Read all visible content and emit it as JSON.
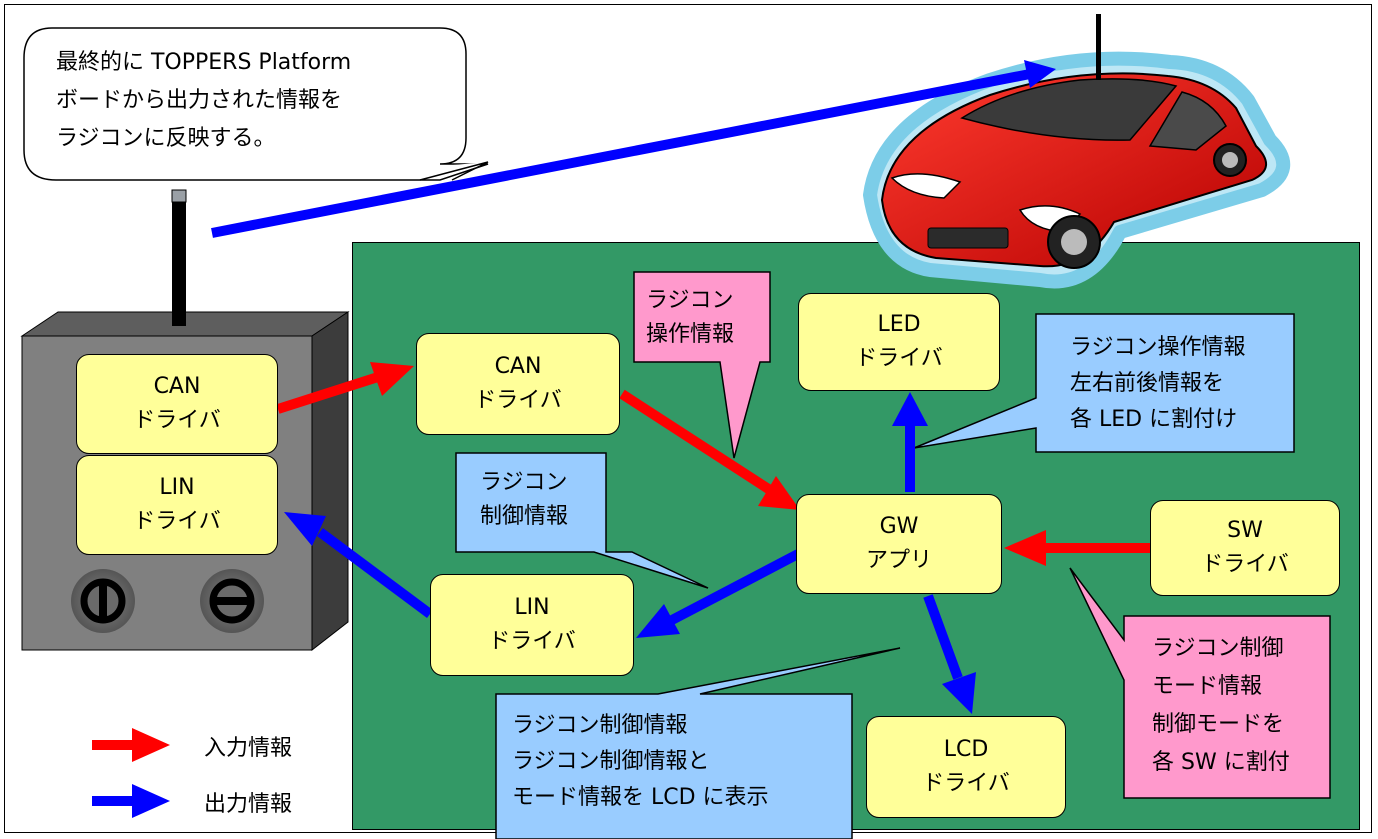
{
  "speech_bubble": {
    "lines": [
      "最終的に TOPPERS Platform",
      "ボードから出力された情報を",
      "ラジコンに反映する。"
    ]
  },
  "controller": {
    "can_driver": {
      "line1": "CAN",
      "line2": "ドライバ"
    },
    "lin_driver": {
      "line1": "LIN",
      "line2": "ドライバ"
    }
  },
  "board": {
    "can_driver": {
      "line1": "CAN",
      "line2": "ドライバ"
    },
    "led_driver": {
      "line1": "LED",
      "line2": "ドライバ"
    },
    "gw_app": {
      "line1": "GW",
      "line2": "アプリ"
    },
    "sw_driver": {
      "line1": "SW",
      "line2": "ドライバ"
    },
    "lin_driver": {
      "line1": "LIN",
      "line2": "ドライバ"
    },
    "lcd_driver": {
      "line1": "LCD",
      "line2": "ドライバ"
    }
  },
  "callouts": {
    "radio_op": {
      "lines": [
        "ラジコン",
        "操作情報"
      ]
    },
    "led_assign": {
      "lines": [
        "ラジコン操作情報",
        "左右前後情報を",
        "各 LED に割付け"
      ]
    },
    "radio_ctrl": {
      "lines": [
        "ラジコン",
        "制御情報"
      ]
    },
    "sw_assign": {
      "lines": [
        "ラジコン制御",
        "モード情報",
        "制御モードを",
        "各 SW に割付"
      ]
    },
    "lcd_display": {
      "lines": [
        "ラジコン制御情報",
        "ラジコン制御情報と",
        "モード情報を LCD に表示"
      ]
    }
  },
  "legend": {
    "input_label": "入力情報",
    "output_label": "出力情報"
  },
  "colors": {
    "input_arrow": "#ff0000",
    "output_arrow": "#0000ff",
    "board": "#339966",
    "driver_box": "#ffff99",
    "pink_callout": "#ff99cc",
    "blue_callout": "#99ccff"
  }
}
